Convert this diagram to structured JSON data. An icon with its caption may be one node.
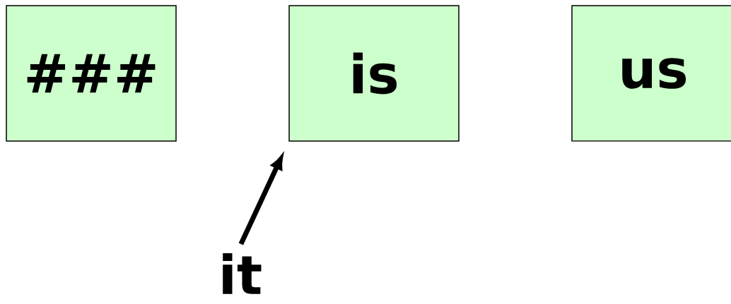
{
  "diagram": {
    "nodes": [
      {
        "text": [
          "###"
        ]
      },
      {
        "text": [
          "is"
        ]
      },
      {
        "text": [
          "us"
        ]
      },
      {
        "text": [
          "it"
        ]
      }
    ],
    "edges": [
      {
        "from": 3,
        "to": 1,
        "arrow": "to"
      }
    ]
  }
}
